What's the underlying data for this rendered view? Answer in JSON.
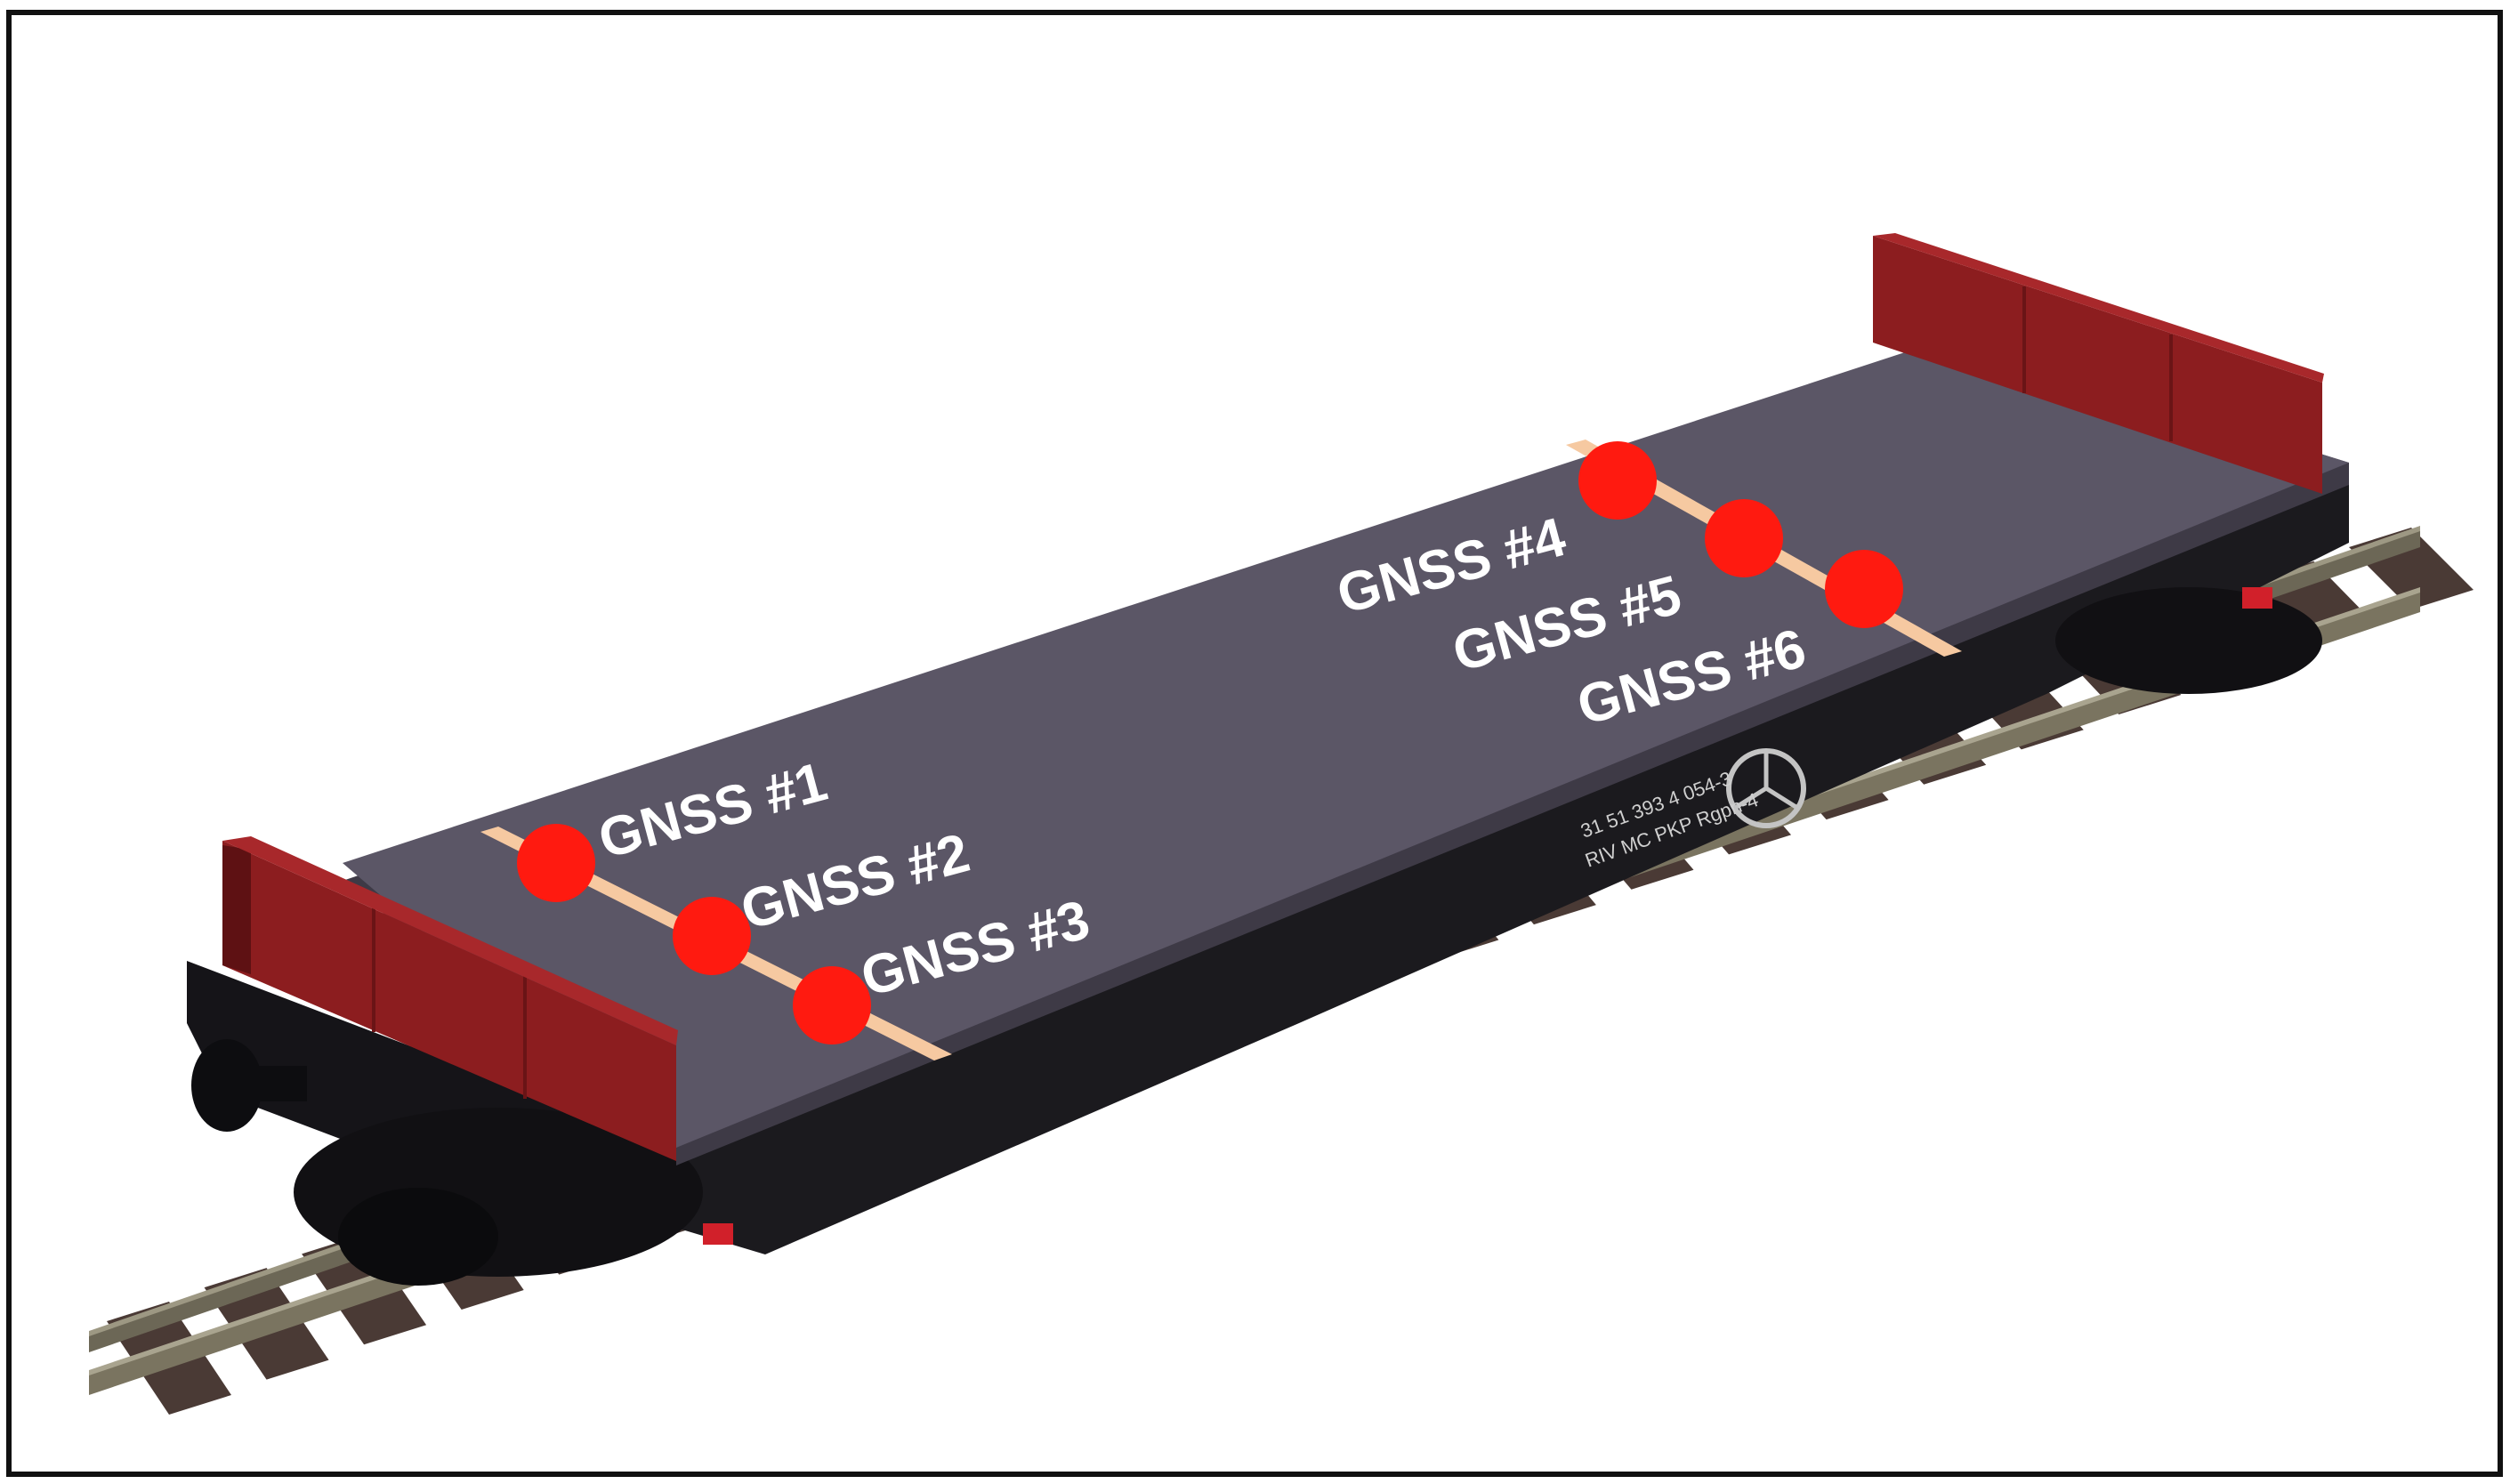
{
  "diagram": {
    "car_markings": {
      "line1": "31 51 393 4 054-3",
      "line2": "RIV MC PKP Rgpn-4"
    },
    "antennas": [
      {
        "label": "GNSS #1"
      },
      {
        "label": "GNSS #2"
      },
      {
        "label": "GNSS #3"
      },
      {
        "label": "GNSS #4"
      },
      {
        "label": "GNSS #5"
      },
      {
        "label": "GNSS #6"
      }
    ],
    "colors": {
      "deck": "#5b5666",
      "end_wall": "#8c1d1f",
      "underframe": "#1b1a1e",
      "antenna_marker": "#ff1a10",
      "baseline": "#f6c9a1",
      "label": "#ffffff"
    }
  }
}
